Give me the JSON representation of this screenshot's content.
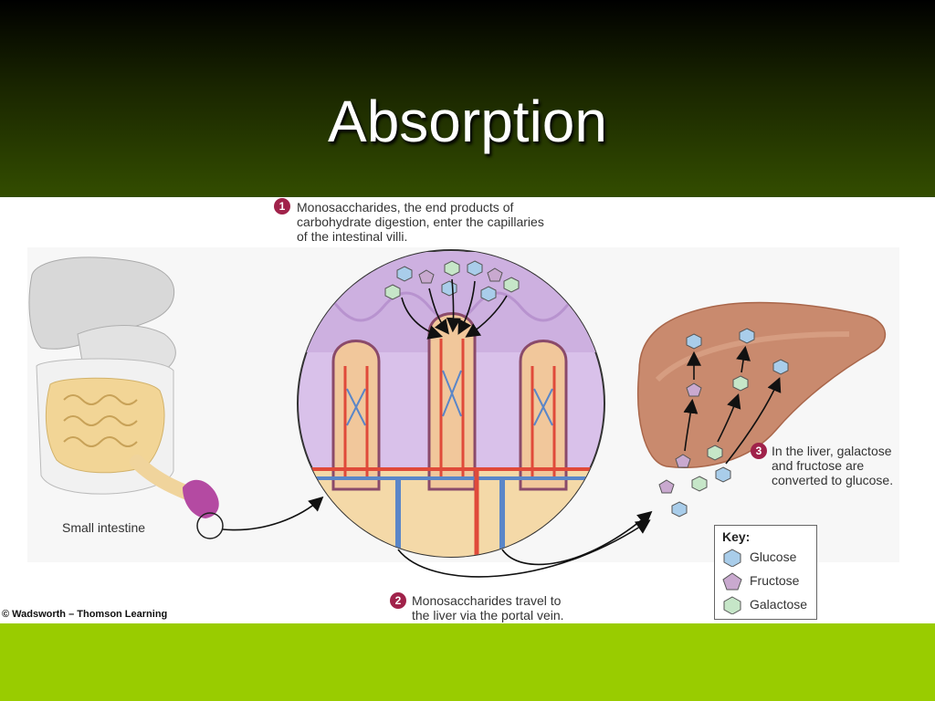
{
  "slide": {
    "title": "Absorption",
    "credit": "© Wadsworth – Thomson Learning"
  },
  "steps": [
    {
      "number": "1",
      "lines": [
        "Monosaccharides, the end products of",
        "carbohydrate digestion, enter the capillaries",
        "of the intestinal villi."
      ]
    },
    {
      "number": "2",
      "lines": [
        "Monosaccharides travel to",
        "the liver via the portal vein."
      ]
    },
    {
      "number": "3",
      "lines": [
        "In the liver, galactose",
        "and fructose are",
        "converted to glucose."
      ]
    }
  ],
  "labels": {
    "small_intestine": "Small intestine"
  },
  "key": {
    "title": "Key:",
    "items": [
      {
        "label": "Glucose",
        "shape": "hexagon",
        "color": "#a9cdea"
      },
      {
        "label": "Fructose",
        "shape": "pentagon",
        "color": "#c9a9cf"
      },
      {
        "label": "Galactose",
        "shape": "hexagon",
        "color": "#c6e6c8"
      }
    ]
  },
  "colors": {
    "header_top": "#000000",
    "header_bottom": "#334d00",
    "footer_band": "#99cc00",
    "badge": "#a0224a",
    "villi": "#c8a8dc",
    "liver": "#c98a6e"
  }
}
